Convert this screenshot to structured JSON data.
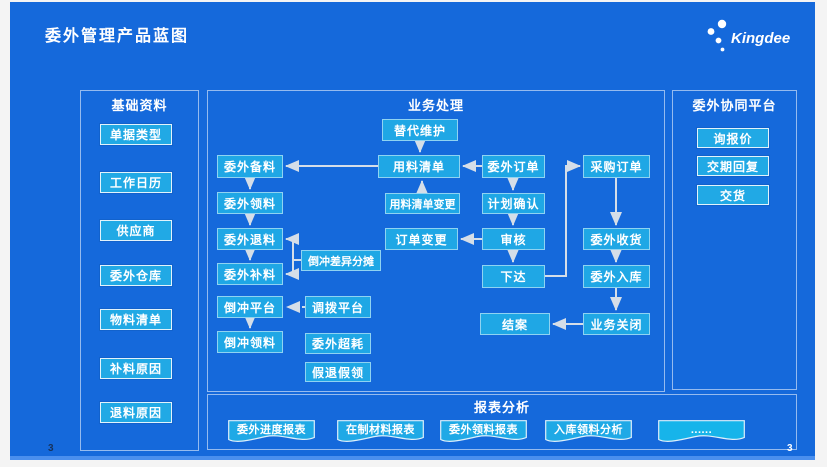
{
  "page": {
    "title": "委外管理产品蓝图",
    "brand": "Kingdee",
    "page_number_left": "3",
    "page_number_right": "3"
  },
  "panels": {
    "basic": {
      "title": "基础资料",
      "items": [
        "单据类型",
        "工作日历",
        "供应商",
        "委外仓库",
        "物料清单",
        "补料原因",
        "退料原因"
      ]
    },
    "process": {
      "title": "业务处理"
    },
    "collab": {
      "title": "委外协同平台",
      "items": [
        "询报价",
        "交期回复",
        "交货"
      ]
    },
    "reports": {
      "title": "报表分析",
      "items": [
        "委外进度报表",
        "在制材料报表",
        "委外领料报表",
        "入库领料分析",
        "......"
      ]
    }
  },
  "nodes": {
    "tidai_weihu": "替代维护",
    "yongliao_qingdan": "用料清单",
    "weiwai_dingdan": "委外订单",
    "caigou_dingdan": "采购订单",
    "yongliao_biangen": "用料清单变更",
    "jihua_queren": "计划确认",
    "dingdan_biangen": "订单变更",
    "shenhe": "审核",
    "weiwai_shouhuo": "委外收货",
    "xiada": "下达",
    "weiwai_ruku": "委外入库",
    "jiean": "结案",
    "yewu_guanbi": "业务关闭",
    "weiwai_beiliao": "委外备料",
    "weiwai_lingliao": "委外领料",
    "weiwai_tuiliao": "委外退料",
    "weiwai_buliao": "委外补料",
    "daochong_chayi": "倒冲差异分摊",
    "daochong_pingtai": "倒冲平台",
    "diaobo_pingtai": "调拨平台",
    "daochong_lingliao": "倒冲领料",
    "weiwai_chaohao": "委外超耗",
    "jiatui_jialing": "假退假领"
  },
  "colors": {
    "slide_background": "#1569DB",
    "box_fill": "#1FA7E5",
    "box_border": "#E2F3FC",
    "arrow": "#D5DEE8",
    "text": "#FFFFFF"
  }
}
